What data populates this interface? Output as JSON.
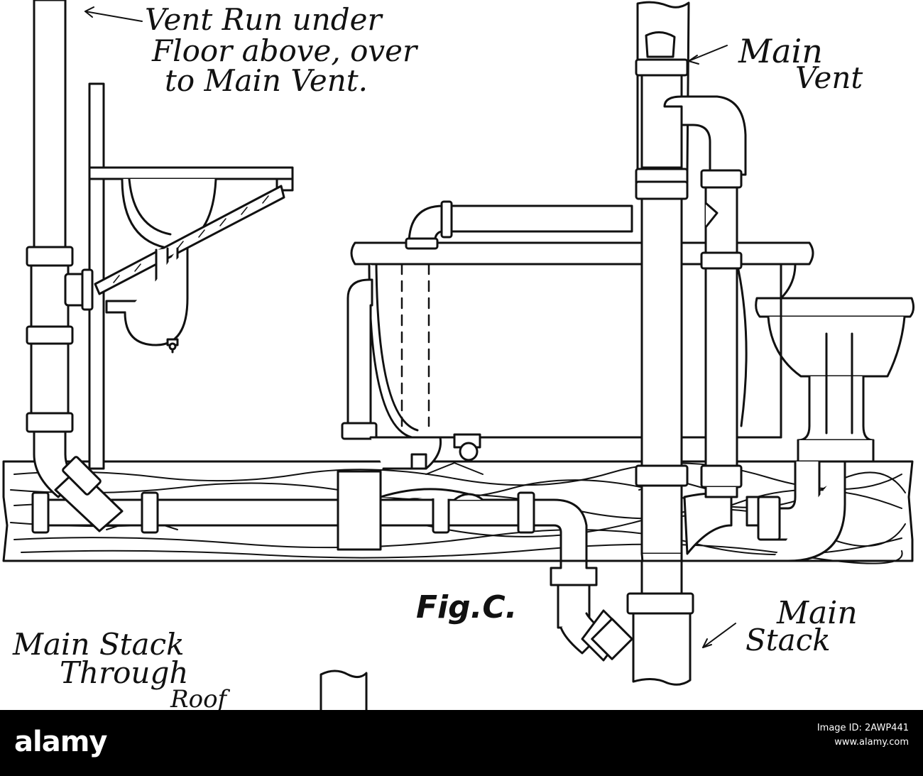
{
  "figure": {
    "caption": "Fig.C.",
    "labels": {
      "vent_run_line1": "Vent Run under",
      "vent_run_line2": "Floor above, over",
      "vent_run_line3": "to Main Vent.",
      "main_vent_line1": "Main",
      "main_vent_line2": "Vent",
      "main_stack_line1": "Main",
      "main_stack_line2": "Stack",
      "main_stack_roof_line1": "Main Stack",
      "main_stack_roof_line2": "Through",
      "main_stack_roof_line3": "Roof"
    }
  },
  "watermark": {
    "logo": "alamy",
    "image_id_label": "Image ID: 2AWP441",
    "site": "www.alamy.com"
  }
}
